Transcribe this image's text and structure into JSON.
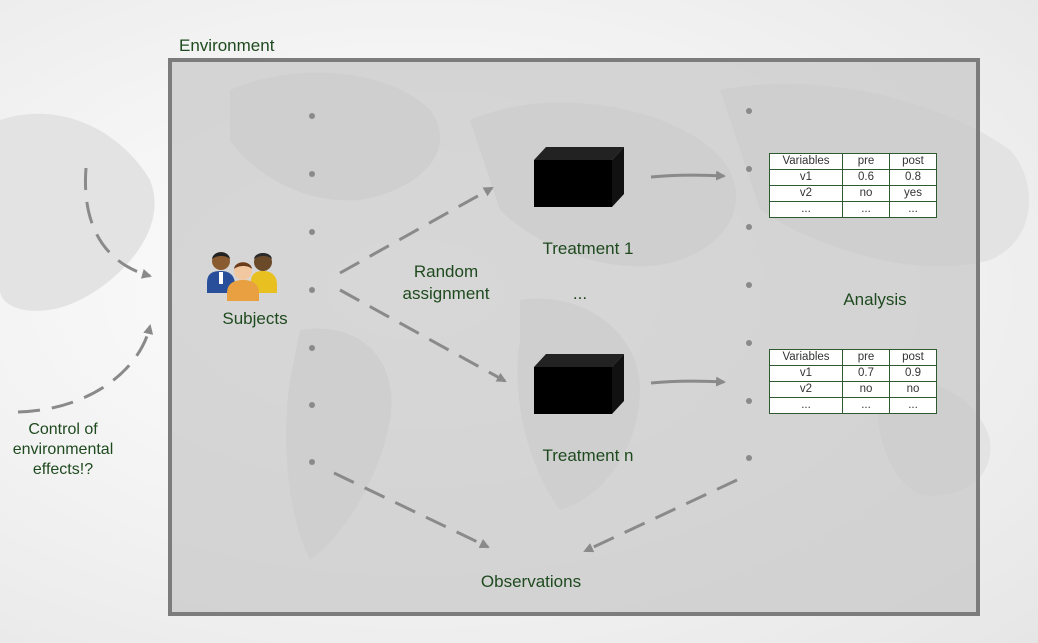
{
  "environment_label": "Environment",
  "subjects_label": "Subjects",
  "random_assignment_label": [
    "Random",
    "assignment"
  ],
  "treatment_1_label": "Treatment 1",
  "treatment_n_label": "Treatment n",
  "ellipsis_label": "...",
  "analysis_label": "Analysis",
  "observations_label": "Observations",
  "control_label": [
    "Control of",
    "environmental",
    "effects!?"
  ],
  "table_1": {
    "header": [
      "Variables",
      "pre",
      "post"
    ],
    "rows": [
      [
        "v1",
        "0.6",
        "0.8"
      ],
      [
        "v2",
        "no",
        "yes"
      ],
      [
        "...",
        "...",
        "..."
      ]
    ]
  },
  "table_2": {
    "header": [
      "Variables",
      "pre",
      "post"
    ],
    "rows": [
      [
        "v1",
        "0.7",
        "0.9"
      ],
      [
        "v2",
        "no",
        "no"
      ],
      [
        "...",
        "...",
        "..."
      ]
    ]
  },
  "colors": {
    "label_text": "#1f4a1f",
    "frame": "#7c7c7c",
    "arrow": "#8a8a8a",
    "black_box": "#000000",
    "table_border": "#2f5a2f"
  },
  "icons": {
    "subjects": "people-group-icon",
    "treatment": "black-box-icon"
  }
}
